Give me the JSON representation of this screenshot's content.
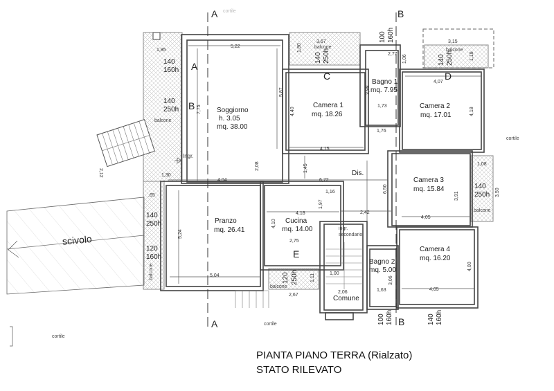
{
  "title": {
    "line1": "PIANTA PIANO TERRA (Rialzato)",
    "line2": "STATO RILEVATO"
  },
  "rooms": {
    "soggiorno": {
      "name": "Soggiorno",
      "height": "h. 3.05",
      "area": "mq. 38.00"
    },
    "camera1": {
      "name": "Camera 1",
      "area": "mq. 18.26"
    },
    "bagno1": {
      "name": "Bagno 1",
      "area": "mq. 7.95"
    },
    "camera2": {
      "name": "Camera 2",
      "area": "mq. 17.01"
    },
    "camera3": {
      "name": "Camera 3",
      "area": "mq. 15.84"
    },
    "camera4": {
      "name": "Camera 4",
      "area": "mq. 16.20"
    },
    "bagno2": {
      "name": "Bagno 2",
      "area": "mq. 5.00"
    },
    "pranzo": {
      "name": "Pranzo",
      "area": "mq. 26.41"
    },
    "cucina": {
      "name": "Cucina",
      "area": "mq. 14.00"
    },
    "dis": {
      "name": "Dis."
    },
    "comune": {
      "name": "Comune"
    }
  },
  "labels": {
    "balcone": "balcone",
    "cortile": "cortile",
    "scivolo": "scivolo",
    "ingr": "Ingr.",
    "ingr_sec1": "ingr.",
    "ingr_sec2": "secondario"
  },
  "sections": {
    "A": "A",
    "B": "B",
    "C": "C",
    "D": "D",
    "E": "E"
  },
  "windows": {
    "w140": "140",
    "w120": "120",
    "w100": "100",
    "h160": "160h",
    "h250": "250h"
  },
  "dimensions": {
    "d185": "1,85",
    "d522": "5,22",
    "d180": "1,80",
    "d367": "3,67",
    "d277": "2,77",
    "d106": "1,06",
    "d315": "3,15",
    "d118": "1,18",
    "d775": "7,75",
    "d587": "5,87",
    "d440": "4,40",
    "d398": "3,98",
    "d173": "1,73",
    "d407": "4,07",
    "d418b": "4,18",
    "d176": "1,76",
    "d415": "4,15",
    "d208": "2,08",
    "d145": "1,45",
    "d130": "1,30",
    "d404": "4,04",
    "d672": "6,72",
    "d212": "2,12",
    "d108": "1,08",
    "d350": "3,50",
    "d391": "3,91",
    "d650": "6,50",
    "d116": "1,16",
    "d197": "1,97",
    "d418": "4,18",
    "d242": "2,42",
    "d405a": "4,05",
    "d065": ",65",
    "d524": "5,24",
    "d410": "4,10",
    "d275": "2,75",
    "d504": "5,04",
    "d111": "1,11",
    "d100": "1,00",
    "d267": "2,67",
    "d206": "2,06",
    "d306": "3,06",
    "d163": "1,63",
    "d405b": "4,05",
    "d400": "4,00"
  }
}
